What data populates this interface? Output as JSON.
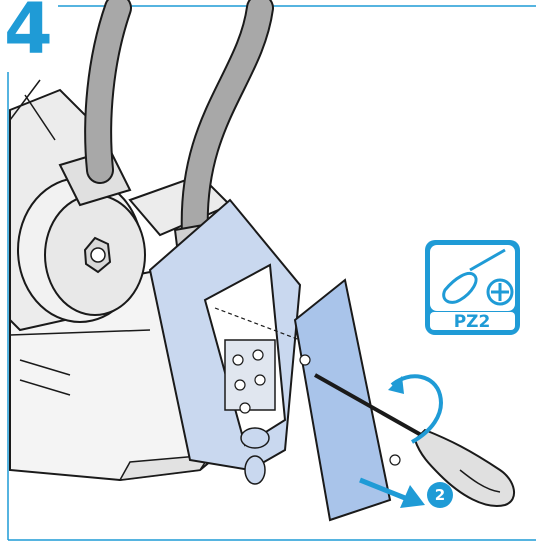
{
  "step": {
    "number": "4"
  },
  "tool_badge": {
    "label": "PZ2",
    "icon": "phillips-screwdriver-icon"
  },
  "callout": {
    "number": "2"
  },
  "colors": {
    "accent": "#1f9bd6",
    "box_fill": "#c9d8ef",
    "lid_fill": "#a9c4ea",
    "outline": "#1a1a1a",
    "hose": "#9a9a9a",
    "motor": "#e8e8e8"
  }
}
